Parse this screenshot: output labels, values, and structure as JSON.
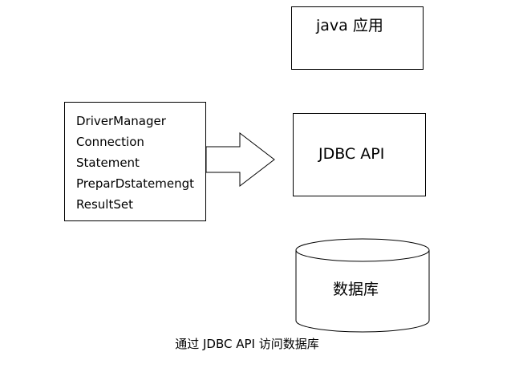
{
  "nodes": {
    "java_app": {
      "label": "java 应用"
    },
    "jdbc_api": {
      "label": "JDBC API"
    },
    "interfaces": {
      "items": [
        "DriverManager",
        "Connection",
        "Statement",
        "PreparDstatemengt",
        "ResultSet"
      ]
    },
    "database": {
      "label": "数据库"
    }
  },
  "caption": "通过 JDBC API 访问数据库"
}
